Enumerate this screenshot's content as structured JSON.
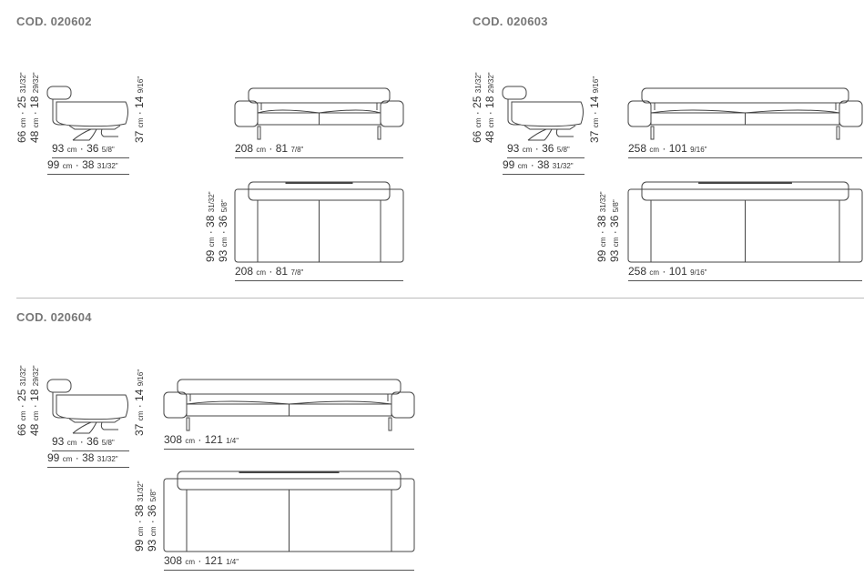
{
  "sections": [
    {
      "code": "COD. 020602",
      "side": {
        "height": {
          "cm": "66",
          "in": "25",
          "frac": "31/32\""
        },
        "seat": {
          "cm": "48",
          "in": "18",
          "frac": "29/32\""
        },
        "armrest": {
          "cm": "37",
          "in": "14",
          "frac": "9/16\""
        },
        "depth_seat": {
          "cm": "93",
          "in": "36",
          "frac": "5/8\""
        },
        "depth": {
          "cm": "99",
          "in": "38",
          "frac": "31/32\""
        }
      },
      "front_width": {
        "cm": "208",
        "in": "81",
        "frac": "7/8\""
      },
      "top_depth": {
        "cm": "99",
        "in": "38",
        "frac": "31/32\""
      },
      "top_depth_seat": {
        "cm": "93",
        "in": "36",
        "frac": "5/8\""
      },
      "top_width": {
        "cm": "208",
        "in": "81",
        "frac": "7/8\""
      }
    },
    {
      "code": "COD. 020603",
      "side": {
        "height": {
          "cm": "66",
          "in": "25",
          "frac": "31/32\""
        },
        "seat": {
          "cm": "48",
          "in": "18",
          "frac": "29/32\""
        },
        "armrest": {
          "cm": "37",
          "in": "14",
          "frac": "9/16\""
        },
        "depth_seat": {
          "cm": "93",
          "in": "36",
          "frac": "5/8\""
        },
        "depth": {
          "cm": "99",
          "in": "38",
          "frac": "31/32\""
        }
      },
      "front_width": {
        "cm": "258",
        "in": "101",
        "frac": "9/16\""
      },
      "top_depth": {
        "cm": "99",
        "in": "38",
        "frac": "31/32\""
      },
      "top_depth_seat": {
        "cm": "93",
        "in": "36",
        "frac": "5/8\""
      },
      "top_width": {
        "cm": "258",
        "in": "101",
        "frac": "9/16\""
      }
    },
    {
      "code": "COD. 020604",
      "side": {
        "height": {
          "cm": "66",
          "in": "25",
          "frac": "31/32\""
        },
        "seat": {
          "cm": "48",
          "in": "18",
          "frac": "29/32\""
        },
        "armrest": {
          "cm": "37",
          "in": "14",
          "frac": "9/16\""
        },
        "depth_seat": {
          "cm": "93",
          "in": "36",
          "frac": "5/8\""
        },
        "depth": {
          "cm": "99",
          "in": "38",
          "frac": "31/32\""
        }
      },
      "front_width": {
        "cm": "308",
        "in": "121",
        "frac": "1/4\""
      },
      "top_depth": {
        "cm": "99",
        "in": "38",
        "frac": "31/32\""
      },
      "top_depth_seat": {
        "cm": "93",
        "in": "36",
        "frac": "5/8\""
      },
      "top_width": {
        "cm": "308",
        "in": "121",
        "frac": "1/4\""
      }
    }
  ],
  "unit_cm": "cm",
  "separator": "·"
}
